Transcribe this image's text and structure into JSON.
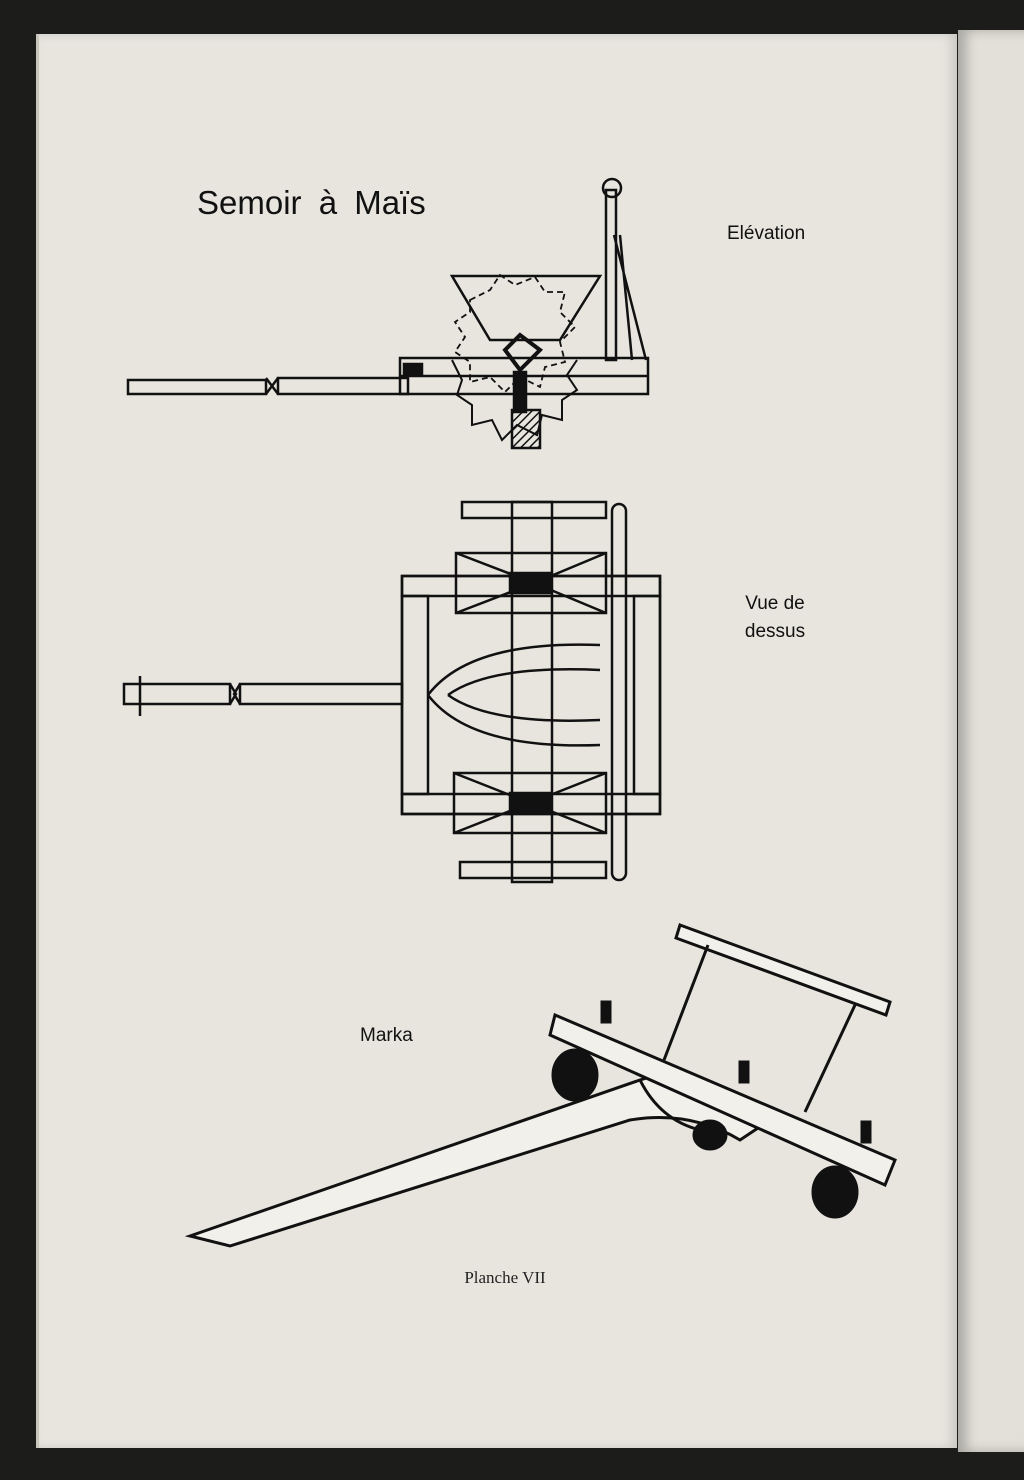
{
  "page": {
    "title": "Semoir à Maïs",
    "labels": {
      "elevation": "Elévation",
      "top_view_line1": "Vue de",
      "top_view_line2": "dessus",
      "perspective": "Marka"
    },
    "caption": "Planche VII"
  }
}
